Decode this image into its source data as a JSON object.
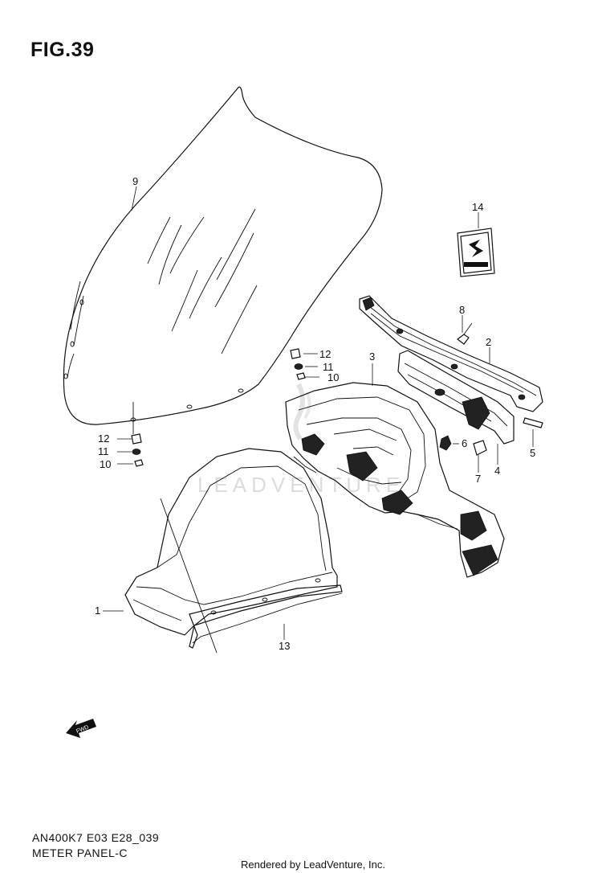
{
  "figure": {
    "title": "FIG.39",
    "model_code": "AN400K7 E03 E28_039",
    "subtitle": "METER PANEL-C",
    "footer": "Rendered by LeadVenture, Inc.",
    "watermark": "LEADVENTURE"
  },
  "callouts": [
    {
      "id": "callout-9",
      "label": "9",
      "part": "windscreen"
    },
    {
      "id": "callout-14",
      "label": "14",
      "part": "emblem"
    },
    {
      "id": "callout-8",
      "label": "8",
      "part": "screw"
    },
    {
      "id": "callout-2",
      "label": "2",
      "part": "upper-brace"
    },
    {
      "id": "callout-12a",
      "label": "12",
      "part": "spacer-right"
    },
    {
      "id": "callout-11a",
      "label": "11",
      "part": "washer-right"
    },
    {
      "id": "callout-10a",
      "label": "10",
      "part": "bolt-right"
    },
    {
      "id": "callout-3",
      "label": "3",
      "part": "meter-panel"
    },
    {
      "id": "callout-12b",
      "label": "12",
      "part": "spacer-left"
    },
    {
      "id": "callout-11b",
      "label": "11",
      "part": "washer-left"
    },
    {
      "id": "callout-10b",
      "label": "10",
      "part": "bolt-left"
    },
    {
      "id": "callout-6",
      "label": "6",
      "part": "clip"
    },
    {
      "id": "callout-4",
      "label": "4",
      "part": "lower-brace"
    },
    {
      "id": "callout-5",
      "label": "5",
      "part": "pin"
    },
    {
      "id": "callout-7",
      "label": "7",
      "part": "nut"
    },
    {
      "id": "callout-1",
      "label": "1",
      "part": "meter-cover"
    },
    {
      "id": "callout-13",
      "label": "13",
      "part": "seal"
    }
  ],
  "fwd_arrow": {
    "label": "FWD",
    "icon": "fwd-arrow-icon"
  },
  "emblem": {
    "label": "SUZUKI",
    "icon": "suzuki-s-logo"
  }
}
